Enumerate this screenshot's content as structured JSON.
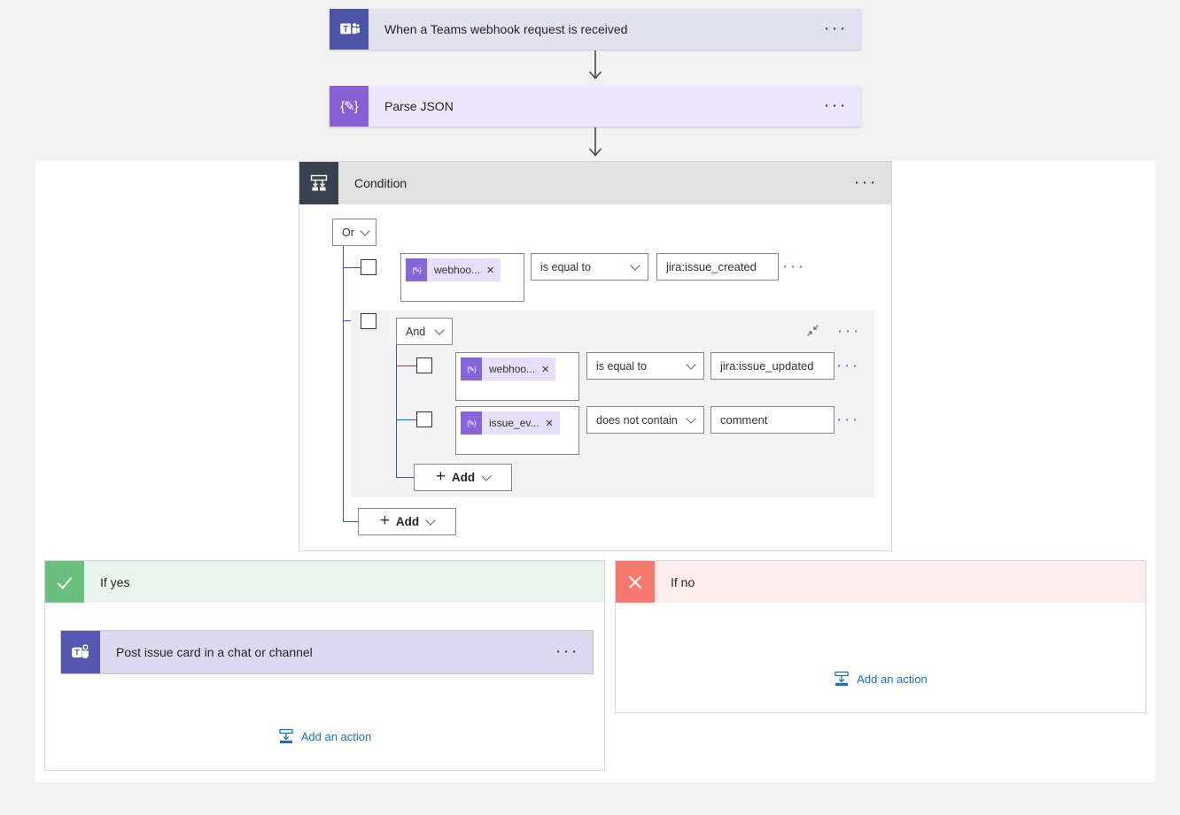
{
  "colors": {
    "teams_trigger_purple": "#4b53a5",
    "parse_json_purple": "#8661d6",
    "condition_slate": "#38414e",
    "token_purple": "#8764d8",
    "branch_yes_green": "#6abf7e",
    "branch_no_red": "#f5796d",
    "teams_action_purple": "#5558af",
    "link_blue": "#1f6cc2",
    "tree_line_blue": "#2b5cd6"
  },
  "icons": {
    "json_glyph": "{✎}",
    "close_glyph": "✕",
    "plus_glyph": "+",
    "ellipsis_glyph": "···"
  },
  "trigger_card": {
    "title": "When a Teams webhook request is received"
  },
  "parse_json_card": {
    "title": "Parse JSON"
  },
  "condition_card": {
    "title": "Condition",
    "outer_operator": "Or",
    "outer_row": {
      "token": "webhoo...",
      "operator": "is equal to",
      "value": "jira:issue_created"
    },
    "group": {
      "operator": "And",
      "rows": [
        {
          "token": "webhoo...",
          "operator": "is equal to",
          "value": "jira:issue_updated"
        },
        {
          "token": "issue_ev...",
          "operator": "does not contain",
          "value": "comment"
        }
      ],
      "add_label": "Add"
    },
    "outer_add_label": "Add"
  },
  "if_yes_branch": {
    "title": "If yes",
    "action_card": {
      "title": "Post issue card in a chat or channel"
    },
    "add_action_label": "Add an action"
  },
  "if_no_branch": {
    "title": "If no",
    "add_action_label": "Add an action"
  }
}
